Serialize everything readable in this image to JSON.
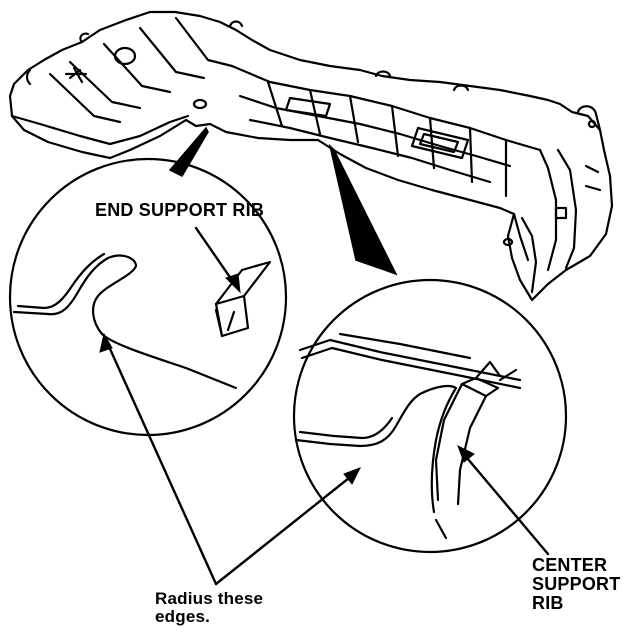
{
  "labels": {
    "end_support_rib": "END SUPPORT RIB",
    "radius_line1": "Radius these",
    "radius_line2": "edges.",
    "center_line1": "CENTER",
    "center_line2": "SUPPORT",
    "center_line3": "RIB"
  },
  "colors": {
    "ink": "#000000",
    "paper": "#ffffff"
  }
}
